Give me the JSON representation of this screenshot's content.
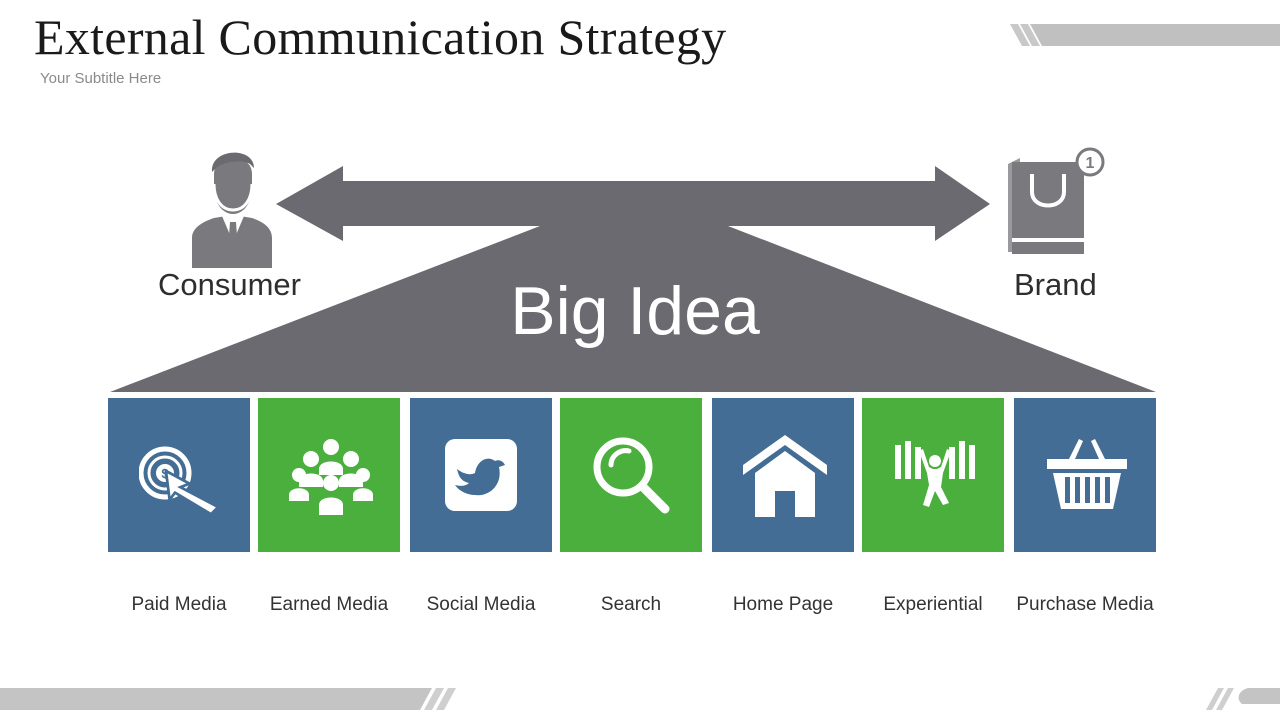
{
  "title": "External Communication Strategy",
  "subtitle": "Your Subtitle Here",
  "left_actor": {
    "label": "Consumer",
    "icon": "businessman-icon"
  },
  "right_actor": {
    "label": "Brand",
    "icon": "shopping-bag-notification-icon",
    "badge": "1"
  },
  "center_label": "Big Idea",
  "colors": {
    "blue": "#446d95",
    "green": "#4aaf3d",
    "gray": "#6b6a70",
    "icon_gray": "#7a7a7e"
  },
  "channels": [
    {
      "label": "Paid Media",
      "icon": "click-dollar-icon",
      "color": "blue"
    },
    {
      "label": "Earned Media",
      "icon": "people-group-icon",
      "color": "green"
    },
    {
      "label": "Social Media",
      "icon": "bird-icon",
      "color": "blue"
    },
    {
      "label": "Search",
      "icon": "magnifier-icon",
      "color": "green"
    },
    {
      "label": "Home Page",
      "icon": "house-icon",
      "color": "blue"
    },
    {
      "label": "Experiential",
      "icon": "crowd-celebration-icon",
      "color": "green"
    },
    {
      "label": "Purchase Media",
      "icon": "basket-icon",
      "color": "blue"
    }
  ]
}
